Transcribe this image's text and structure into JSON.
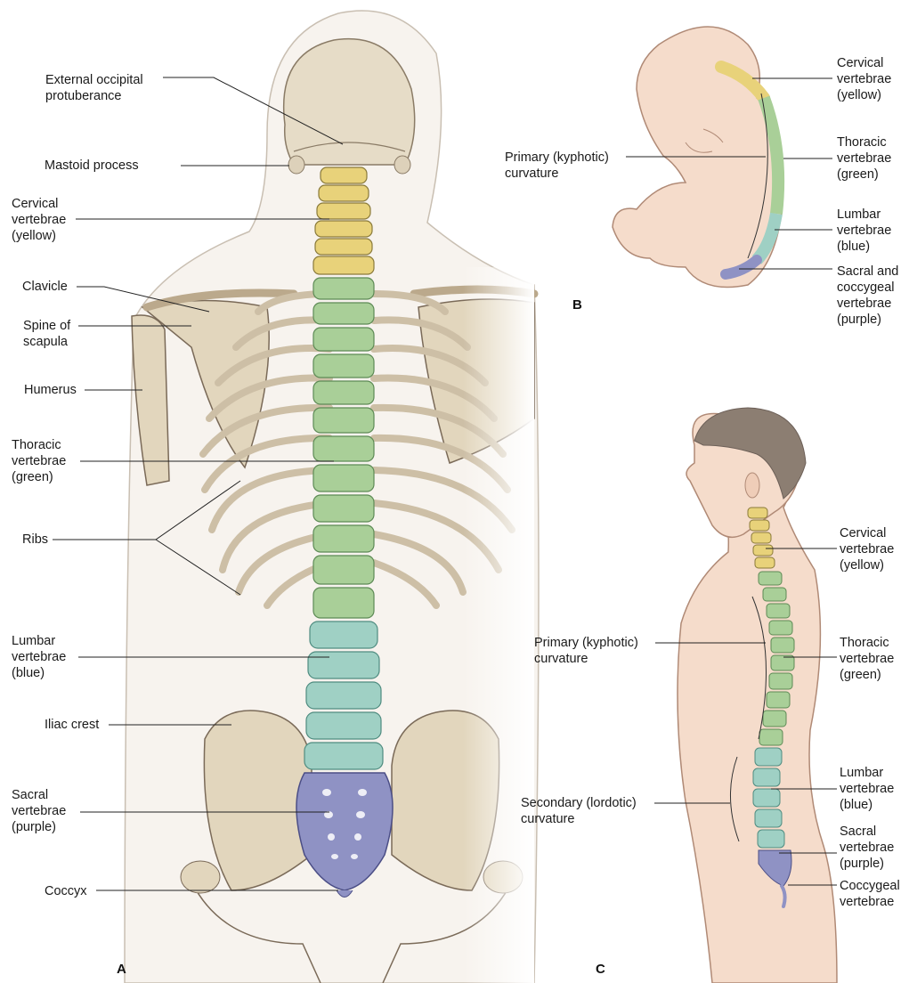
{
  "panels": {
    "a": {
      "letter": "A",
      "labels": {
        "external_occipital": "External occipital\nprotuberance",
        "mastoid": "Mastoid process",
        "cervical": "Cervical\nvertebrae\n(yellow)",
        "clavicle": "Clavicle",
        "spine_scapula": "Spine of\nscapula",
        "humerus": "Humerus",
        "thoracic": "Thoracic\nvertebrae\n(green)",
        "ribs": "Ribs",
        "lumbar": "Lumbar\nvertebrae\n(blue)",
        "iliac_crest": "Iliac crest",
        "sacral": "Sacral\nvertebrae\n(purple)",
        "coccyx": "Coccyx"
      }
    },
    "b": {
      "letter": "B",
      "labels": {
        "primary_curvature": "Primary (kyphotic)\ncurvature",
        "cervical": "Cervical\nvertebrae\n(yellow)",
        "thoracic": "Thoracic\nvertebrae\n(green)",
        "lumbar": "Lumbar\nvertebrae\n(blue)",
        "sacral_coccygeal": "Sacral and\ncoccygeal\nvertebrae\n(purple)"
      }
    },
    "c": {
      "letter": "C",
      "labels": {
        "cervical": "Cervical\nvertebrae\n(yellow)",
        "primary_curvature": "Primary (kyphotic)\ncurvature",
        "thoracic": "Thoracic\nvertebrae\n(green)",
        "lumbar": "Lumbar\nvertebrae\n(blue)",
        "secondary_curvature": "Secondary (lordotic)\ncurvature",
        "sacral": "Sacral\nvertebrae\n(purple)",
        "coccygeal": "Coccygeal\nvertebrae"
      }
    }
  },
  "colors": {
    "cervical": "#e8d27a",
    "thoracic": "#a9cf98",
    "lumbar": "#9fd0c4",
    "sacral": "#8f92c4",
    "bone": "#e2d6bd",
    "skin": "#f5dccb",
    "outline": "#7a6a58",
    "leader": "#222222"
  }
}
